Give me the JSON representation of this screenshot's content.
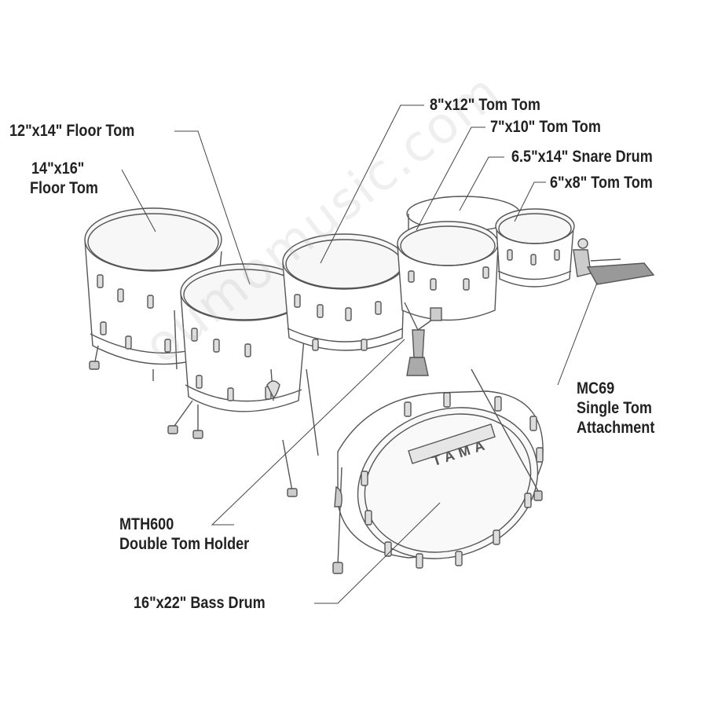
{
  "labels": {
    "floor_tom_12x14": "12\"x14\" Floor Tom",
    "floor_tom_14x16_line1": "14\"x16\"",
    "floor_tom_14x16_line2": "Floor Tom",
    "tom_8x12": "8\"x12\" Tom Tom",
    "tom_7x10": "7\"x10\" Tom Tom",
    "snare_6_5x14": "6.5\"x14\" Snare Drum",
    "tom_6x8": "6\"x8\" Tom Tom",
    "mc69_line1": "MC69",
    "mc69_line2": "Single Tom",
    "mc69_line3": "Attachment",
    "mth600_line1": "MTH600",
    "mth600_line2": "Double Tom Holder",
    "bass_16x22": "16\"x22\" Bass Drum"
  },
  "logo_text": "TAMA",
  "watermark": "oumomusic.com",
  "colors": {
    "line": "#555555",
    "text": "#222222",
    "head_fill": "#f7f7f7"
  }
}
